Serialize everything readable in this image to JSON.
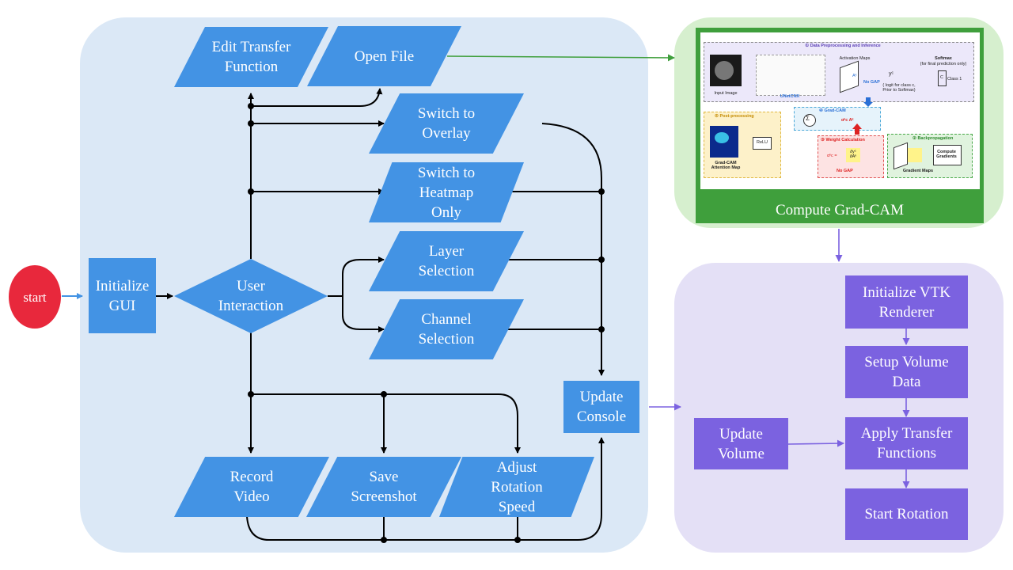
{
  "nodes": {
    "start": "start",
    "initialize_gui": "Initialize\nGUI",
    "user_interaction": "User\nInteraction",
    "edit_transfer_function": "Edit Transfer\nFunction",
    "open_file": "Open File",
    "switch_overlay": "Switch to\nOverlay",
    "switch_heatmap": "Switch to\nHeatmap\nOnly",
    "layer_selection": "Layer\nSelection",
    "channel_selection": "Channel\nSelection",
    "record_video": "Record\nVideo",
    "save_screenshot": "Save\nScreenshot",
    "adjust_rotation": "Adjust\nRotation\nSpeed",
    "update_console": "Update\nConsole",
    "compute_gradcam": "Compute Grad-CAM",
    "initialize_vtk": "Initialize VTK\nRenderer",
    "setup_volume": "Setup Volume\nData",
    "apply_transfer": "Apply Transfer\nFunctions",
    "start_rotation": "Start Rotation",
    "update_volume": "Update\nVolume"
  },
  "gradcam_figure": {
    "section1_title": "① Data Preprocessing and Inference",
    "input_image": "Input Image",
    "unetcnx": "UNetCNX",
    "activation_maps": "Activation Maps",
    "activation_symbol": "Aᵏ",
    "no_gap_1": "No GAP",
    "logit_symbol": "yᶜ",
    "logit_note": "( logit for class c,\nPrior to Softmax)",
    "softmax": "Softmax",
    "softmax_note": "(for final prediction only)",
    "class_label": "Class 1",
    "class_box": "C",
    "section4_title": "④ Grad-CAM",
    "gradcam_formula": "αᵏc Aᵏ",
    "sum_symbol": "Σ",
    "section5_title": "⑤ Post-processing",
    "relu": "ReLU",
    "attention_map": "Grad-CAM\nAttention Map",
    "section3_title": "③ Weight Calculation",
    "weight_formula": "αᵏc =",
    "partial_fraction": "∂yᶜ\n∂Aᵏ",
    "no_gap_2": "No GAP",
    "section2_title": "② Backpropagation",
    "compute_gradients": "Compute\nGradients",
    "gradient_maps": "Gradient Maps"
  },
  "colors": {
    "blue_node": "#4393e4",
    "purple_node": "#7b62e0",
    "start_node": "#e8283c",
    "main_panel": "#dbe8f6",
    "gradcam_panel": "#d6efce",
    "render_panel": "#e4e0f6",
    "gradcam_frame": "#3f9f3c"
  }
}
